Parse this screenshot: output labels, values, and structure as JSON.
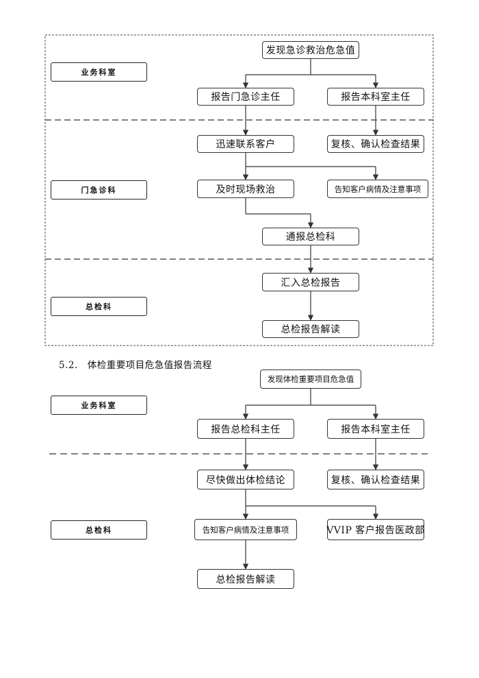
{
  "flow1": {
    "lanes": [
      "业务科室",
      "门急诊科",
      "总检科"
    ],
    "nodes": {
      "discover": "发现急诊救治危急值",
      "report_er": "报告门急诊主任",
      "report_dept": "报告本科室主任",
      "contact": "迅速联系客户",
      "recheck": "复核、确认检查结果",
      "treat": "及时现场救治",
      "inform": "告知客户病情及注意事项",
      "notify": "通报总检科",
      "merge": "汇入总检报告",
      "interpret": "总检报告解读"
    }
  },
  "section2": {
    "title": "5.2.　体检重要项目危急值报告流程"
  },
  "flow2": {
    "lanes": [
      "业务科室",
      "总检科"
    ],
    "nodes": {
      "discover": "发现体检重要项目危急值",
      "report_head": "报告总检科主任",
      "report_dept": "报告本科室主任",
      "conclude": "尽快做出体检结论",
      "recheck": "复核、确认检查结果",
      "inform": "告知客户病情及注意事项",
      "vvip": "VVIP 客户报告医政部",
      "interpret": "总检报告解读"
    }
  }
}
